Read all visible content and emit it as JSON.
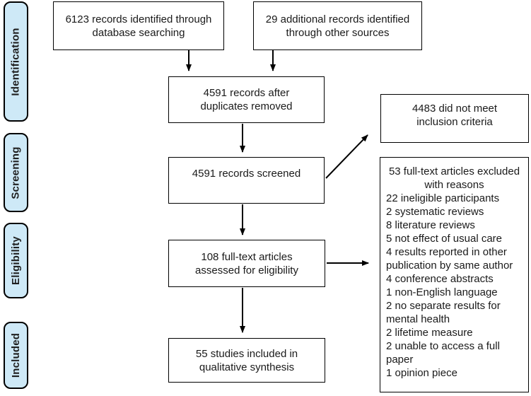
{
  "sidebar": {
    "stages": [
      {
        "label": "Identification"
      },
      {
        "label": "Screening"
      },
      {
        "label": "Eligibility"
      },
      {
        "label": "Included"
      }
    ]
  },
  "flow": {
    "db_search": {
      "lines": [
        "6123 records identified through",
        "database searching"
      ]
    },
    "other_sources": {
      "lines": [
        "29 additional records identified",
        "through other sources"
      ]
    },
    "after_duplicates": {
      "lines": [
        "4591 records after",
        "duplicates removed"
      ]
    },
    "screened": {
      "lines": [
        "4591 records screened"
      ]
    },
    "not_inclusion": {
      "lines": [
        "4483 did not meet",
        "inclusion criteria"
      ]
    },
    "fulltext": {
      "lines": [
        "108 full-text articles",
        "assessed for eligibility"
      ]
    },
    "excluded": {
      "title_lines": [
        "53 full-text articles excluded",
        "with reasons"
      ],
      "reasons": [
        "22 ineligible participants",
        "2 systematic reviews",
        "8 literature reviews",
        "5 not effect of usual care",
        "4 results reported in other publication by same author",
        "4 conference abstracts",
        "1 non-English language",
        "2 no separate results for mental health",
        "2 lifetime measure",
        "2 unable to access a full paper",
        "1 opinion piece"
      ]
    },
    "qualitative": {
      "lines": [
        "55 studies included in",
        "qualitative synthesis"
      ]
    }
  },
  "colors": {
    "stage_fill": "#cee9f7",
    "box_border": "#000000",
    "text": "#1a1a1a",
    "background": "#ffffff"
  }
}
